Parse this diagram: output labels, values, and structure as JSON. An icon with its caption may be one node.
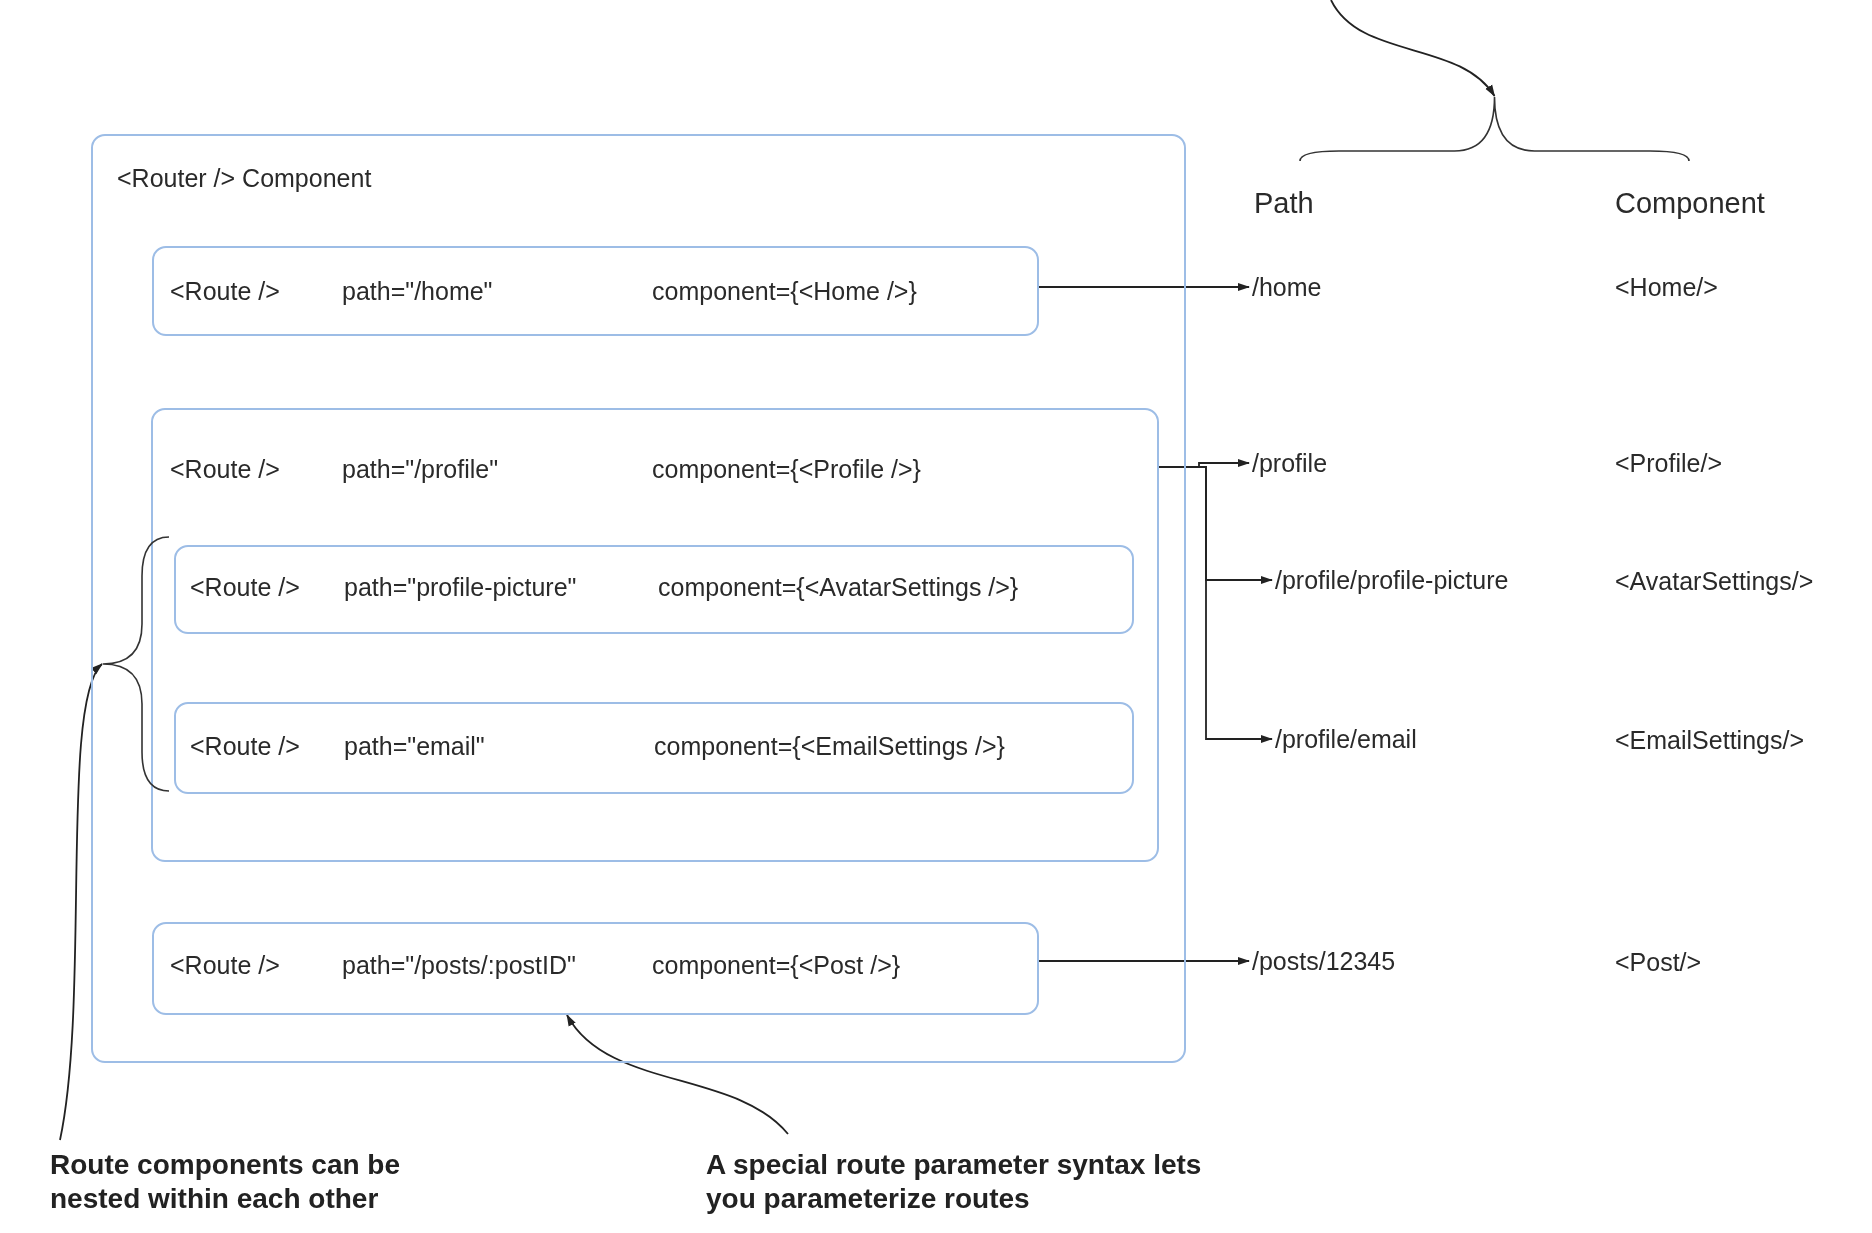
{
  "diagram": {
    "nodes": [
      {
        "text": [
          "<Router /> Component"
        ]
      },
      {
        "text": [
          "<Route />",
          "path=\"/home\"",
          "component={<Home />}"
        ],
        "in": 0
      },
      {
        "text": [
          "<Route />",
          "path=\"/profile\"",
          "component={<Profile />}"
        ],
        "in": 0
      },
      {
        "text": [
          "<Route />",
          "path=\"profile-picture\"",
          "component={<AvatarSettings />}"
        ],
        "in": 2
      },
      {
        "text": [
          "<Route />",
          "path=\"email\"",
          "component={<EmailSettings />}"
        ],
        "in": 2
      },
      {
        "text": [
          "<Route />",
          "path=\"/posts/:postID\"",
          "component={<Post />}"
        ],
        "in": 0
      },
      {
        "text": [
          "/home"
        ]
      },
      {
        "text": [
          "/profile"
        ]
      },
      {
        "text": [
          "/profile/profile-picture"
        ]
      },
      {
        "text": [
          "/profile/email"
        ]
      },
      {
        "text": [
          "/posts/12345"
        ]
      },
      {
        "text": [],
        "shape": "brace"
      },
      {
        "text": [],
        "shape": "brace",
        "in": 0
      },
      {
        "text": [
          "Route components can be nested within each other"
        ]
      },
      {
        "text": [
          "A special route parameter syntax lets you parameterize routes"
        ]
      }
    ],
    "edges": [
      {
        "from": 1,
        "to": 6,
        "arrow": "to"
      },
      {
        "from": 2,
        "to": 7,
        "arrow": "to"
      },
      {
        "from": 2,
        "to": 8,
        "arrow": "to"
      },
      {
        "from": 2,
        "to": 9,
        "arrow": "to"
      },
      {
        "from": 5,
        "to": 10,
        "arrow": "to"
      },
      {
        "from": null,
        "to": 11,
        "arrow": "to"
      },
      {
        "from": 13,
        "to": 12,
        "arrow": "to"
      },
      {
        "from": 14,
        "to": 5,
        "arrow": "to"
      }
    ],
    "labels": [
      "Path",
      "Component",
      "<Home/>",
      "<Profile/>",
      "<AvatarSettings/>",
      "<EmailSettings/>",
      "<Post/>"
    ]
  }
}
